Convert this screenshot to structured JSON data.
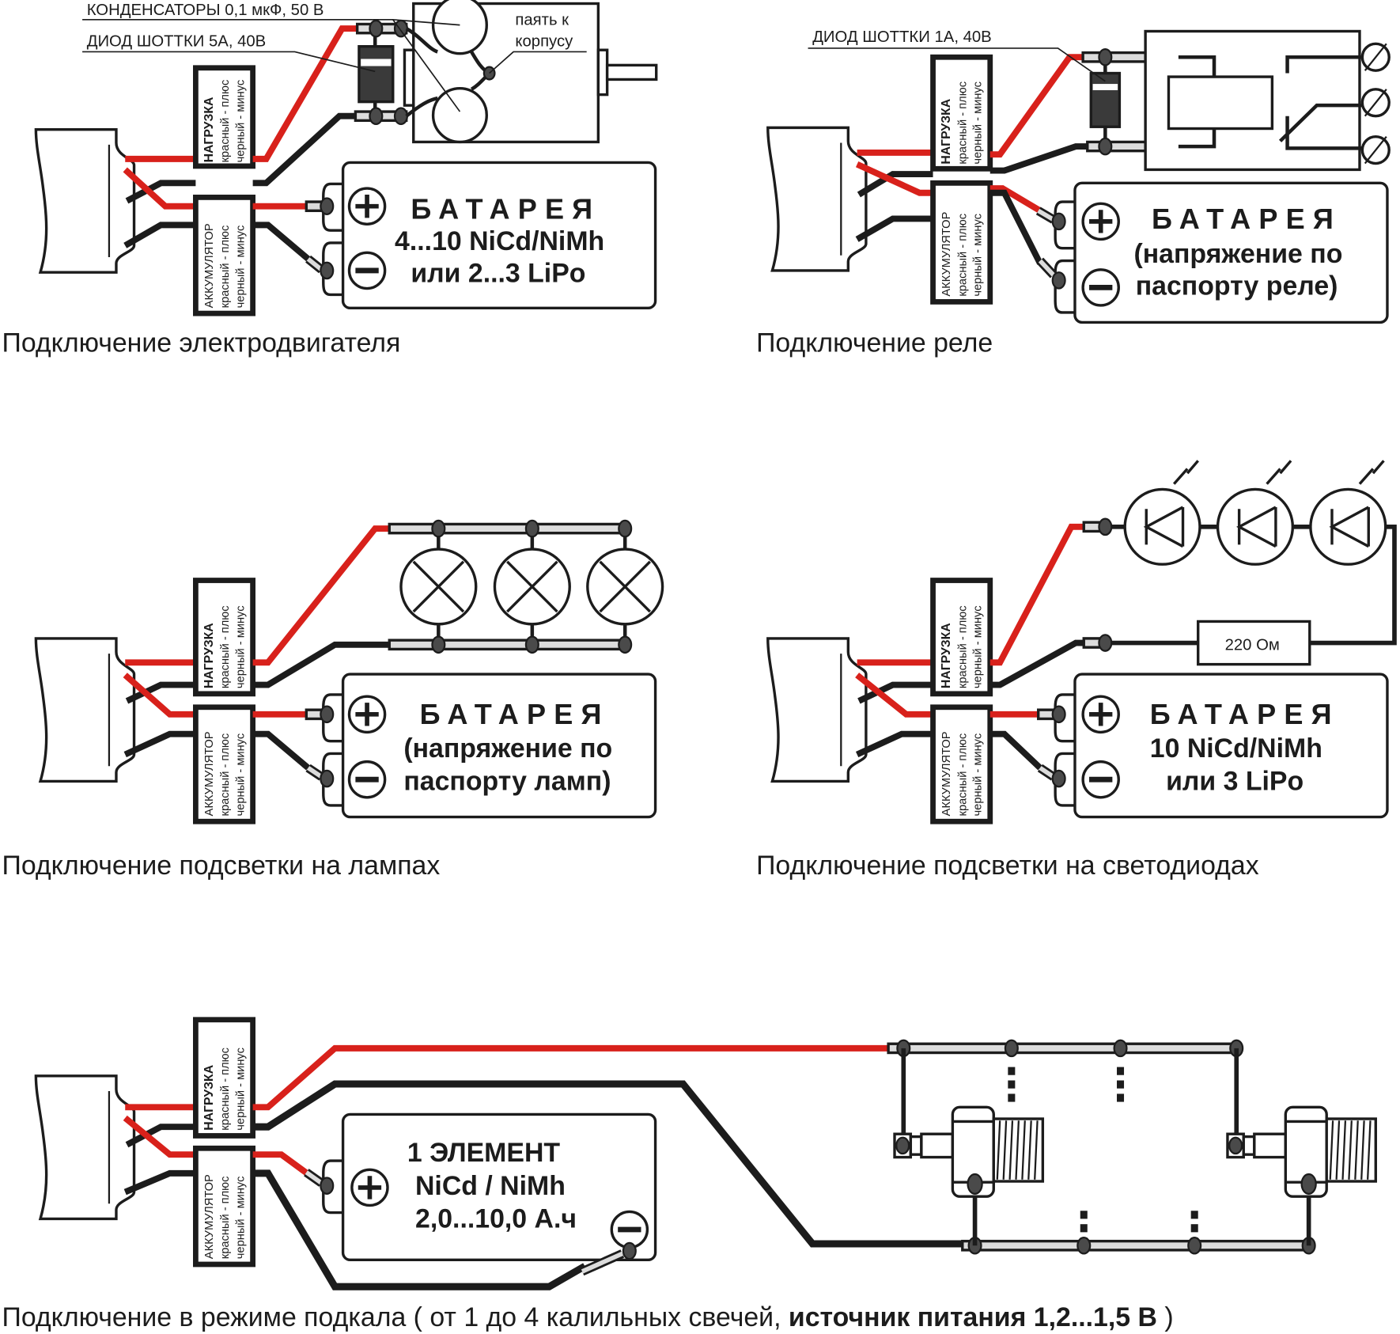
{
  "connector": {
    "load_title": "НАГРУЗКА",
    "battery_title": "АККУМУЛЯТОР",
    "red_plus": "красный - плюс",
    "black_minus": "черный - минус"
  },
  "sections": {
    "motor": {
      "caption": "Подключение  электродвигателя",
      "capacitors_label": "КОНДЕНСАТОРЫ 0,1 мкФ, 50 В",
      "diode_label": "ДИОД ШОТТКИ 5А, 40В",
      "solder_label_1": "паять к",
      "solder_label_2": "корпусу",
      "battery_title": "БАТАРЕЯ",
      "battery_line_1": "4...10  NiCd/NiMh",
      "battery_line_2": "или  2...3 LiPo"
    },
    "relay": {
      "caption": "Подключение  реле",
      "diode_label": "ДИОД ШОТТКИ 1А, 40В",
      "battery_title": "БАТАРЕЯ",
      "battery_line_1": "(напряжение по",
      "battery_line_2": "паспорту реле)"
    },
    "lamps": {
      "caption": "Подключение  подсветки  на  лампах",
      "battery_title": "БАТАРЕЯ",
      "battery_line_1": "(напряжение по",
      "battery_line_2": "паспорту ламп)"
    },
    "leds": {
      "caption": "Подключение  подсветки  на  светодиодах",
      "resistor_label": "220 Ом",
      "battery_title": "БАТАРЕЯ",
      "battery_line_1": "10  NiCd/NiMh",
      "battery_line_2": "или 3 LiPo"
    },
    "glow": {
      "caption_regular": "Подключение в режиме подкала ( от 1 до 4 калильных свечей, ",
      "caption_bold": "источник питания 1,2...1,5 В",
      "caption_end": " )",
      "battery_line_1": "1  ЭЛЕМЕНТ",
      "battery_line_2": "NiCd / NiMh",
      "battery_line_3": "2,0...10,0 А.ч"
    }
  },
  "symbols": {
    "plus": "+",
    "minus": "−"
  },
  "colors": {
    "red_wire": "#d8211b",
    "black_wire": "#1c1c1c",
    "node": "#4a4a4a",
    "bus_fill": "#dcdcdc"
  }
}
